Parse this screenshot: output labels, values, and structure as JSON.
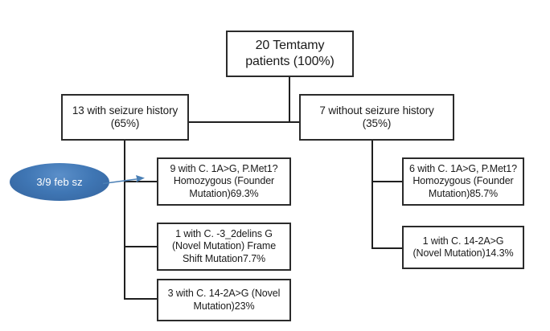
{
  "diagram": {
    "title": "Temtamy patients seizure and mutation breakdown flowchart",
    "root": {
      "label": "20 Temtamy\npatients (100%)",
      "count": 20,
      "percent": "100%"
    },
    "branches": [
      {
        "id": "with-seizure",
        "label": "13 with seizure history\n(65%)",
        "count": 13,
        "percent": "65%",
        "children": [
          {
            "id": "left-founder",
            "label": "9 with C. 1A>G, P.Met1?\nHomozygous (Founder\nMutation)69.3%",
            "count": 9,
            "percent": "69.3%"
          },
          {
            "id": "left-frameshift",
            "label": "1 with C. -3_2delins G\n(Novel Mutation) Frame\nShift Mutation7.7%",
            "count": 1,
            "percent": "7.7%"
          },
          {
            "id": "left-splice",
            "label": "3 with C. 14-2A>G (Novel\nMutation)23%",
            "count": 3,
            "percent": "23%"
          }
        ]
      },
      {
        "id": "without-seizure",
        "label": "7 without seizure history\n(35%)",
        "count": 7,
        "percent": "35%",
        "children": [
          {
            "id": "right-founder",
            "label": "6 with C. 1A>G, P.Met1?\nHomozygous (Founder\nMutation)85.7%",
            "count": 6,
            "percent": "85.7%"
          },
          {
            "id": "right-splice",
            "label": "1 with C. 14-2A>G\n(Novel Mutation)14.3%",
            "count": 1,
            "percent": "14.3%"
          }
        ]
      }
    ],
    "callout": {
      "label": "3/9 feb sz",
      "fill_color": "#3f76b4",
      "border_color": "#2d5f94",
      "text_color": "#ffffff",
      "arrow_color": "#4a7fb5"
    },
    "colors": {
      "box_border": "#2b2b2b",
      "box_fill": "#ffffff",
      "text": "#1a1a1a",
      "connector": "#1f1f1f",
      "background": "#ffffff"
    }
  }
}
